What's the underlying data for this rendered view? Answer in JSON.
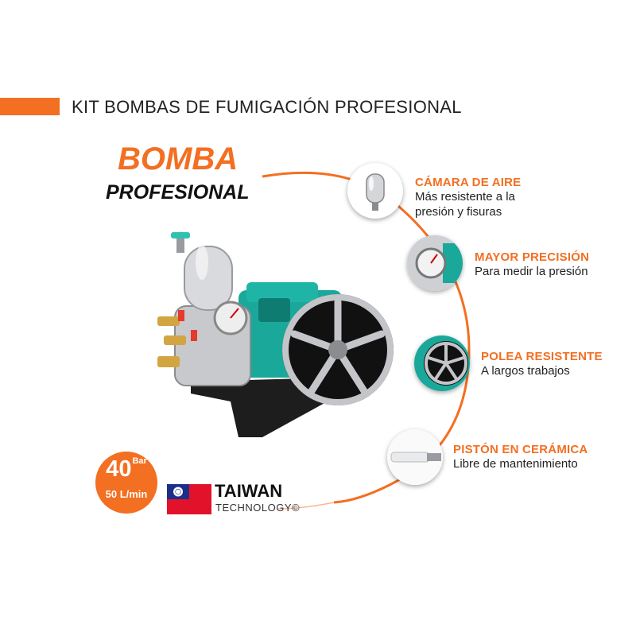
{
  "header": {
    "title": "KIT BOMBAS DE FUMIGACIÓN PROFESIONAL"
  },
  "hero": {
    "line1": "BOMBA",
    "line2": "PROFESIONAL"
  },
  "features": [
    {
      "title": "CÁMARA DE AIRE",
      "desc1": "Más resistente a la",
      "desc2": "presión y fisuras",
      "icon": "air-chamber-icon"
    },
    {
      "title": "MAYOR PRECISIÓN",
      "desc1": "Para medir la presión",
      "icon": "pressure-gauge-icon"
    },
    {
      "title": "POLEA RESISTENTE",
      "desc1": "A largos trabajos",
      "icon": "pulley-icon"
    },
    {
      "title": "PISTÓN EN CERÁMICA",
      "desc1": "Libre de mantenimiento",
      "icon": "ceramic-piston-icon"
    }
  ],
  "spec": {
    "pressure": "40",
    "pressure_unit": "Bar",
    "flow": "50 L/min"
  },
  "origin": {
    "country": "TAIWAN",
    "subtitle": "TECHNOLOGY©"
  },
  "colors": {
    "accent": "#f36f21",
    "pump_body": "#1aa89a",
    "dark": "#111111"
  }
}
